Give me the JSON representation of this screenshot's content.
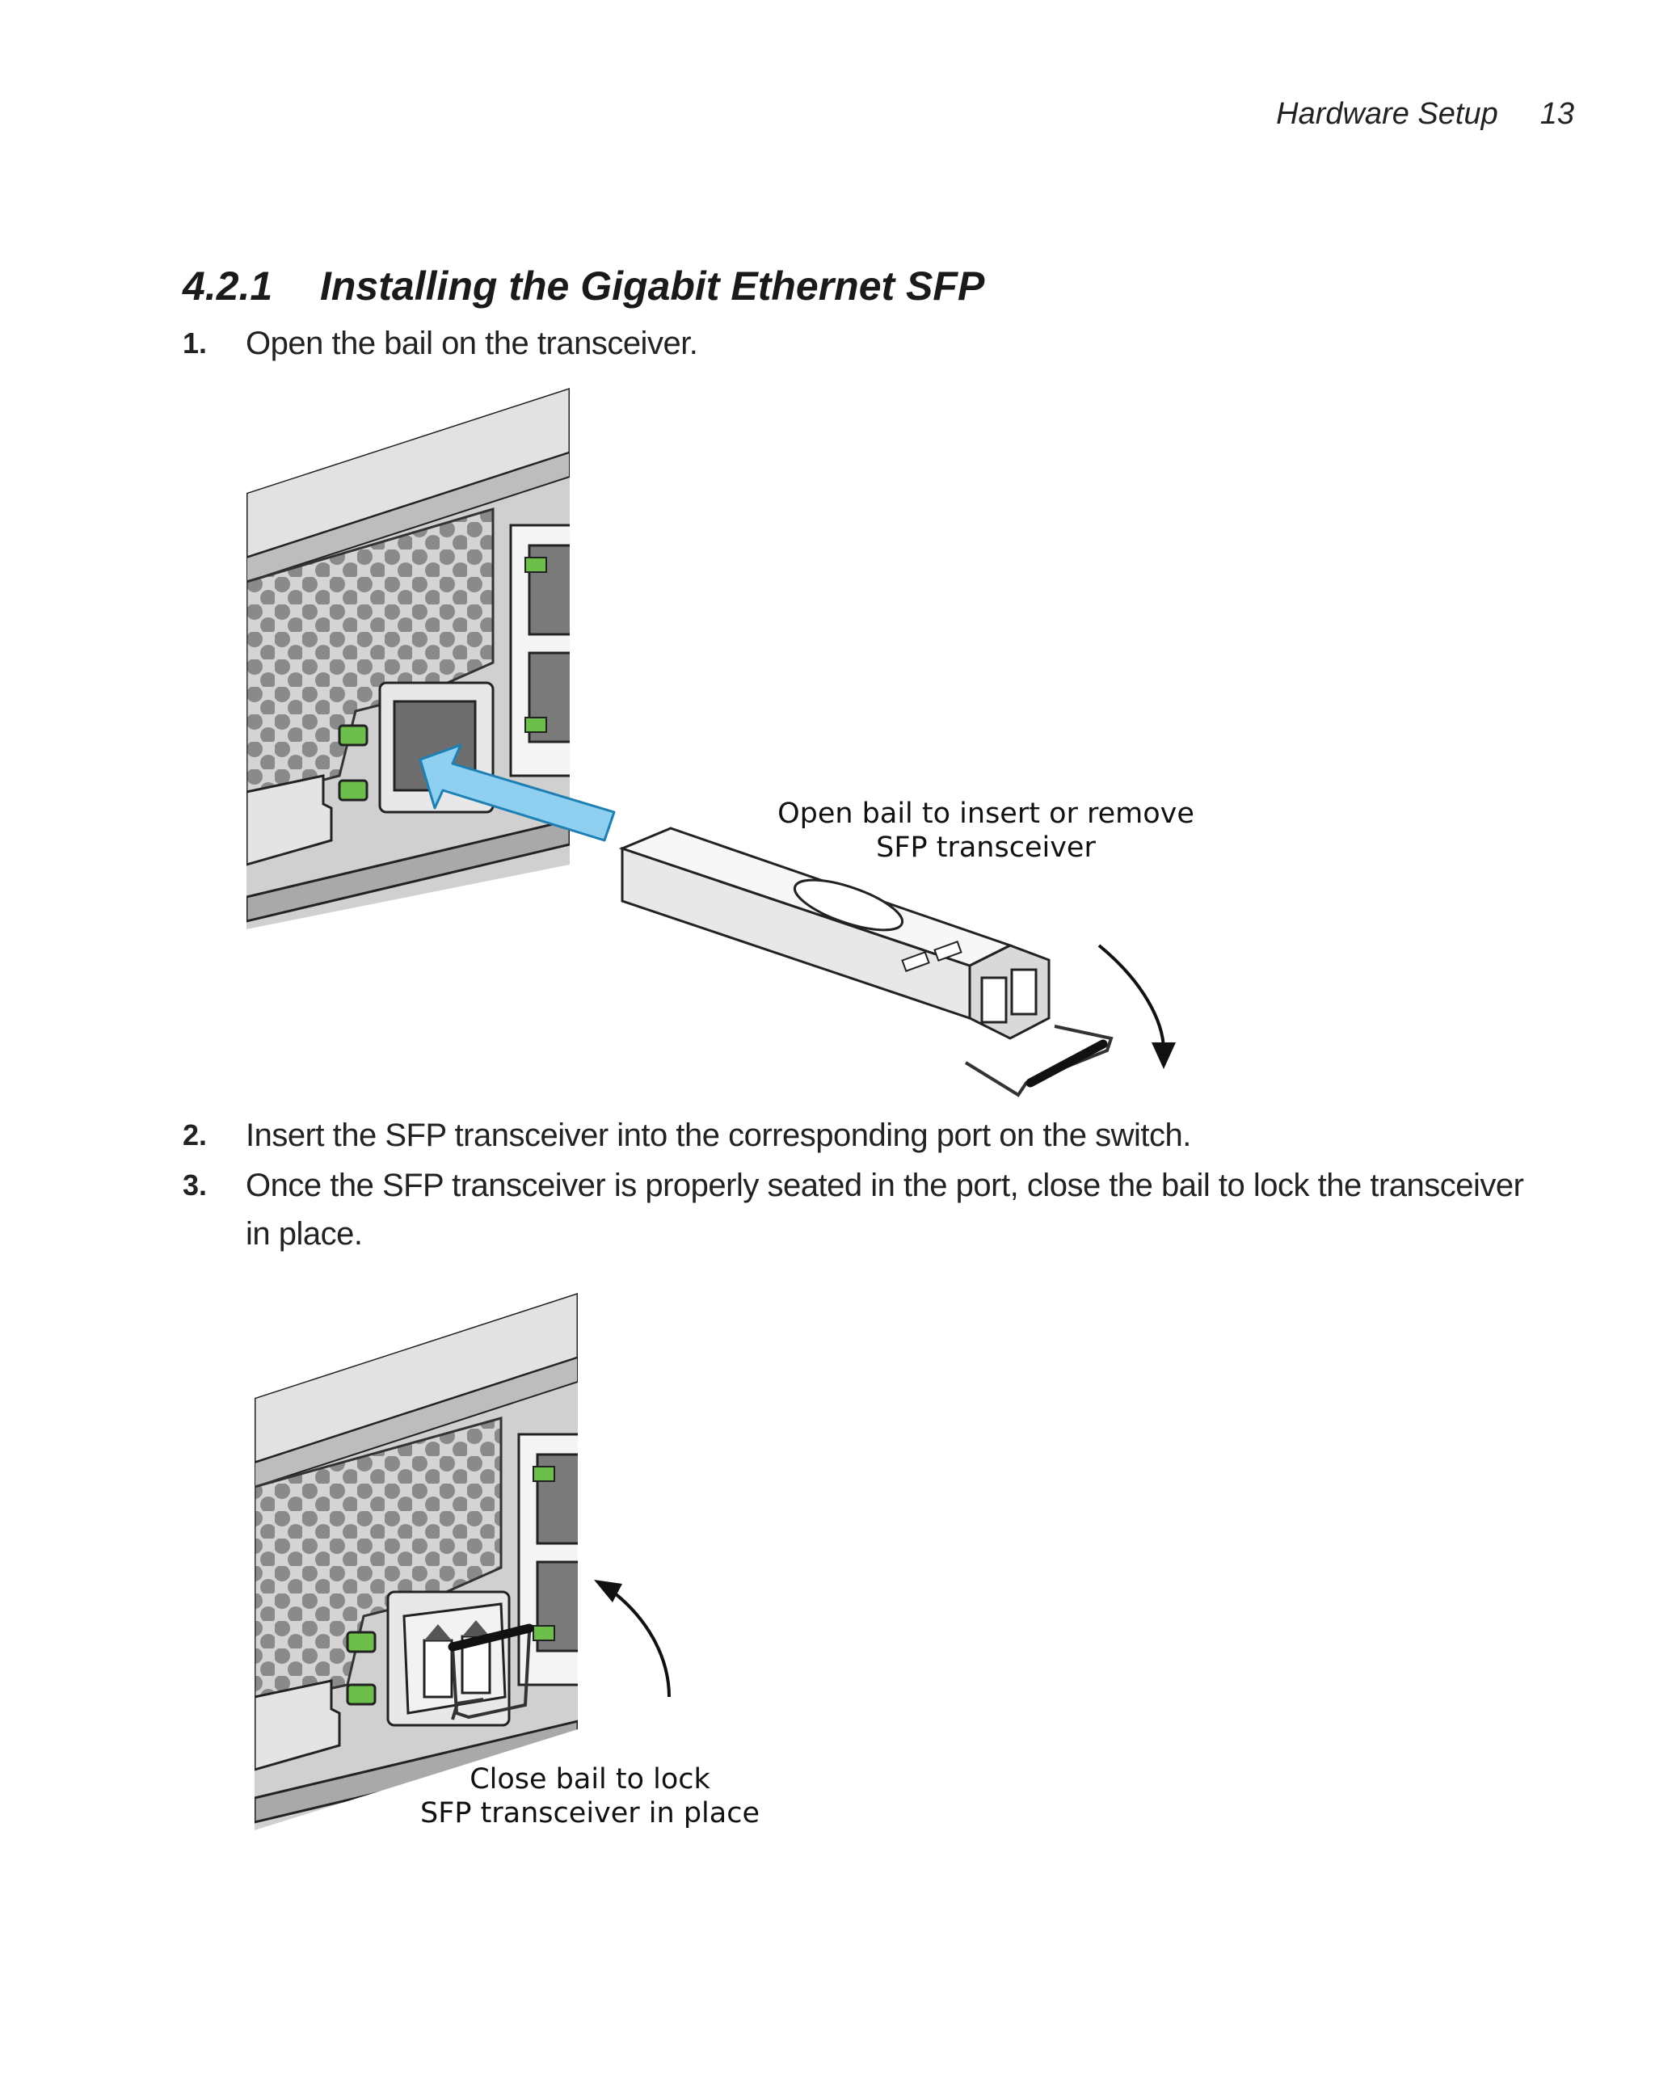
{
  "header": {
    "section": "Hardware Setup",
    "page_number": "13"
  },
  "section": {
    "number": "4.2.1",
    "title": "Installing the Gigabit Ethernet SFP"
  },
  "steps": [
    {
      "number": "1.",
      "text": "Open the bail on the transceiver."
    },
    {
      "number": "2.",
      "text": "Insert the SFP transceiver into the corresponding port on the switch."
    },
    {
      "number": "3.",
      "text": "Once the SFP transceiver is properly seated in the port, close the bail to lock the transceiver in place."
    }
  ],
  "figure1": {
    "caption_line1": "Open bail to insert or remove",
    "caption_line2": "SFP transceiver"
  },
  "figure2": {
    "caption_line1": "Close bail to lock",
    "caption_line2": "SFP transceiver in place"
  },
  "colors": {
    "led_green": "#6dbf4b",
    "arrow_blue": "#8fd0f0",
    "chassis_gray": "#c9c9c9"
  }
}
